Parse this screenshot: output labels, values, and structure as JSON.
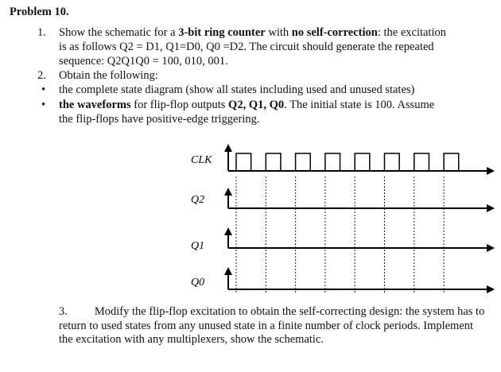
{
  "problem": {
    "title": "Problem 10.",
    "item1": {
      "number": "1.",
      "lines": [
        [
          "Show the schematic for a ",
          "3-bit ring counter",
          " with ",
          "no self-correction",
          ": the excitation"
        ],
        "is as follows Q2 = D1, Q1=D0, Q0 =D2. The circuit should generate the repeated",
        "sequence: Q2Q1Q0 = 100, 010, 001."
      ]
    },
    "item2": {
      "number": "2.",
      "text": "Obtain the following:",
      "bullets": [
        {
          "text": "the complete state diagram (show all states including  used and unused states)"
        },
        {
          "bold": "the waveforms",
          "rest1": " for flip-flop outputs ",
          "bold2": "Q2, Q1, Q0",
          "rest2": ". The initial state is 100. Assume",
          "line2": "the flip-flops have positive-edge triggering."
        }
      ]
    },
    "item3": {
      "number": "3.",
      "text": "Modify the flip-flop excitation to obtain the self-correcting design: the system has to return to used states from any unused state in a finite number of clock periods.  Implement the excitation with any multiplexers, show the schematic."
    }
  },
  "waveform": {
    "signals": [
      "CLK",
      "Q2",
      "Q1",
      "Q0"
    ],
    "clock_cycles": 8
  }
}
